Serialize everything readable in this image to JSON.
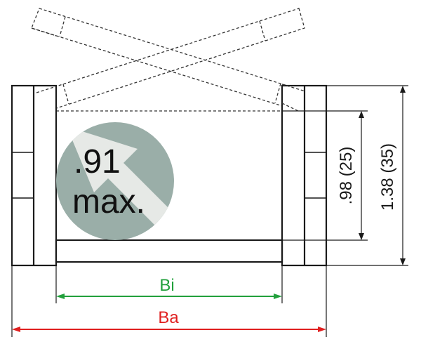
{
  "colors": {
    "line": "#1a1a1a",
    "dashed": "#333333",
    "circle_fill": "#9aaea8",
    "arrow_fill": "#e6e9e6",
    "inner_dim": "#22a03c",
    "outer_dim": "#e02020"
  },
  "badge": {
    "value": ".91",
    "suffix": "max."
  },
  "dimensions": {
    "inner_height": ".98 (25)",
    "outer_height": "1.38 (35)",
    "inner_width": "Bi",
    "outer_width": "Ba"
  }
}
